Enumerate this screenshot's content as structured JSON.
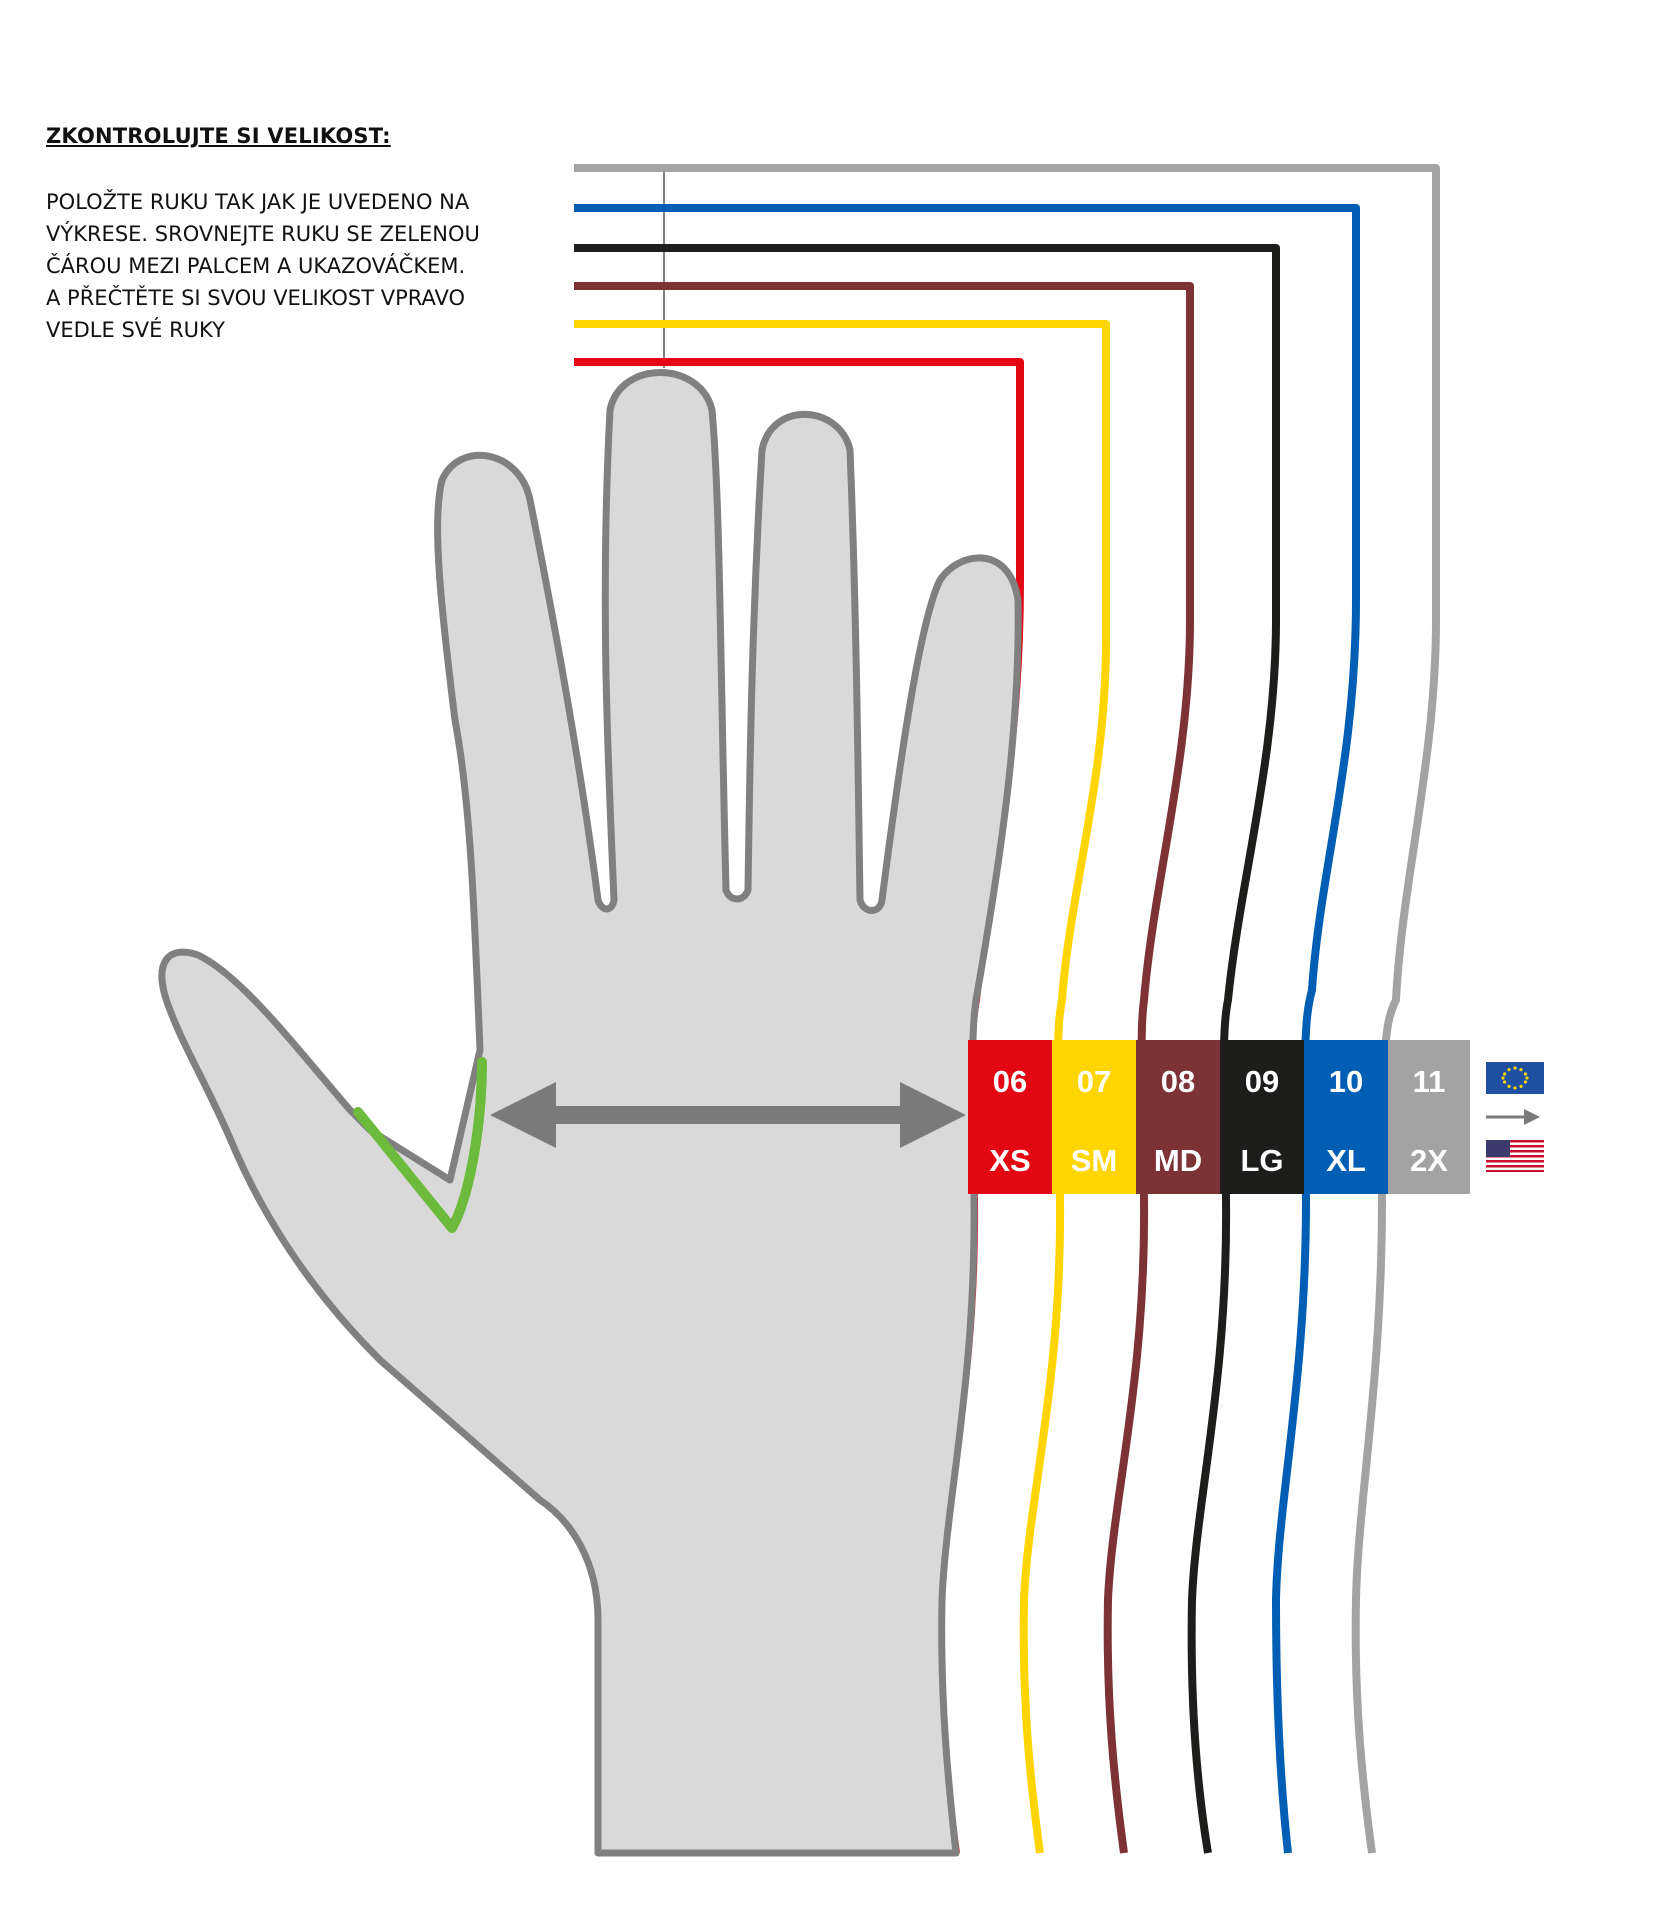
{
  "heading": "ZKONTROLUJTE SI VELIKOST:",
  "instructions": [
    "POLOŽTE RUKU TAK JAK JE UVEDENO NA",
    "VÝKRESE. SROVNEJTE RUKU SE ZELENOU",
    "ČÁROU MEZI PALCEM A UKAZOVÁČKEM.",
    "A PŘEČTĚTE SI SVOU VELIKOST VPRAVO",
    "VEDLE SVÉ RUKY"
  ],
  "sizes": [
    {
      "eu": "06",
      "us": "XS",
      "color": "#e30613"
    },
    {
      "eu": "07",
      "us": "SM",
      "color": "#ffd500"
    },
    {
      "eu": "08",
      "us": "MD",
      "color": "#7d3236"
    },
    {
      "eu": "09",
      "us": "LG",
      "color": "#1d1d1b"
    },
    {
      "eu": "10",
      "us": "XL",
      "color": "#005fb4"
    },
    {
      "eu": "11",
      "us": "2X",
      "color": "#a3a3a3"
    }
  ],
  "legend": {
    "eu_flag_icon": "eu-flag-icon",
    "us_flag_icon": "us-flag-icon",
    "arrow_icon": "arrow-right-icon"
  },
  "colors": {
    "hand_fill": "#d9d9d9",
    "hand_outline": "#808080",
    "measure_line": "#6cbb3c",
    "measure_arrow": "#7a7a7a"
  }
}
